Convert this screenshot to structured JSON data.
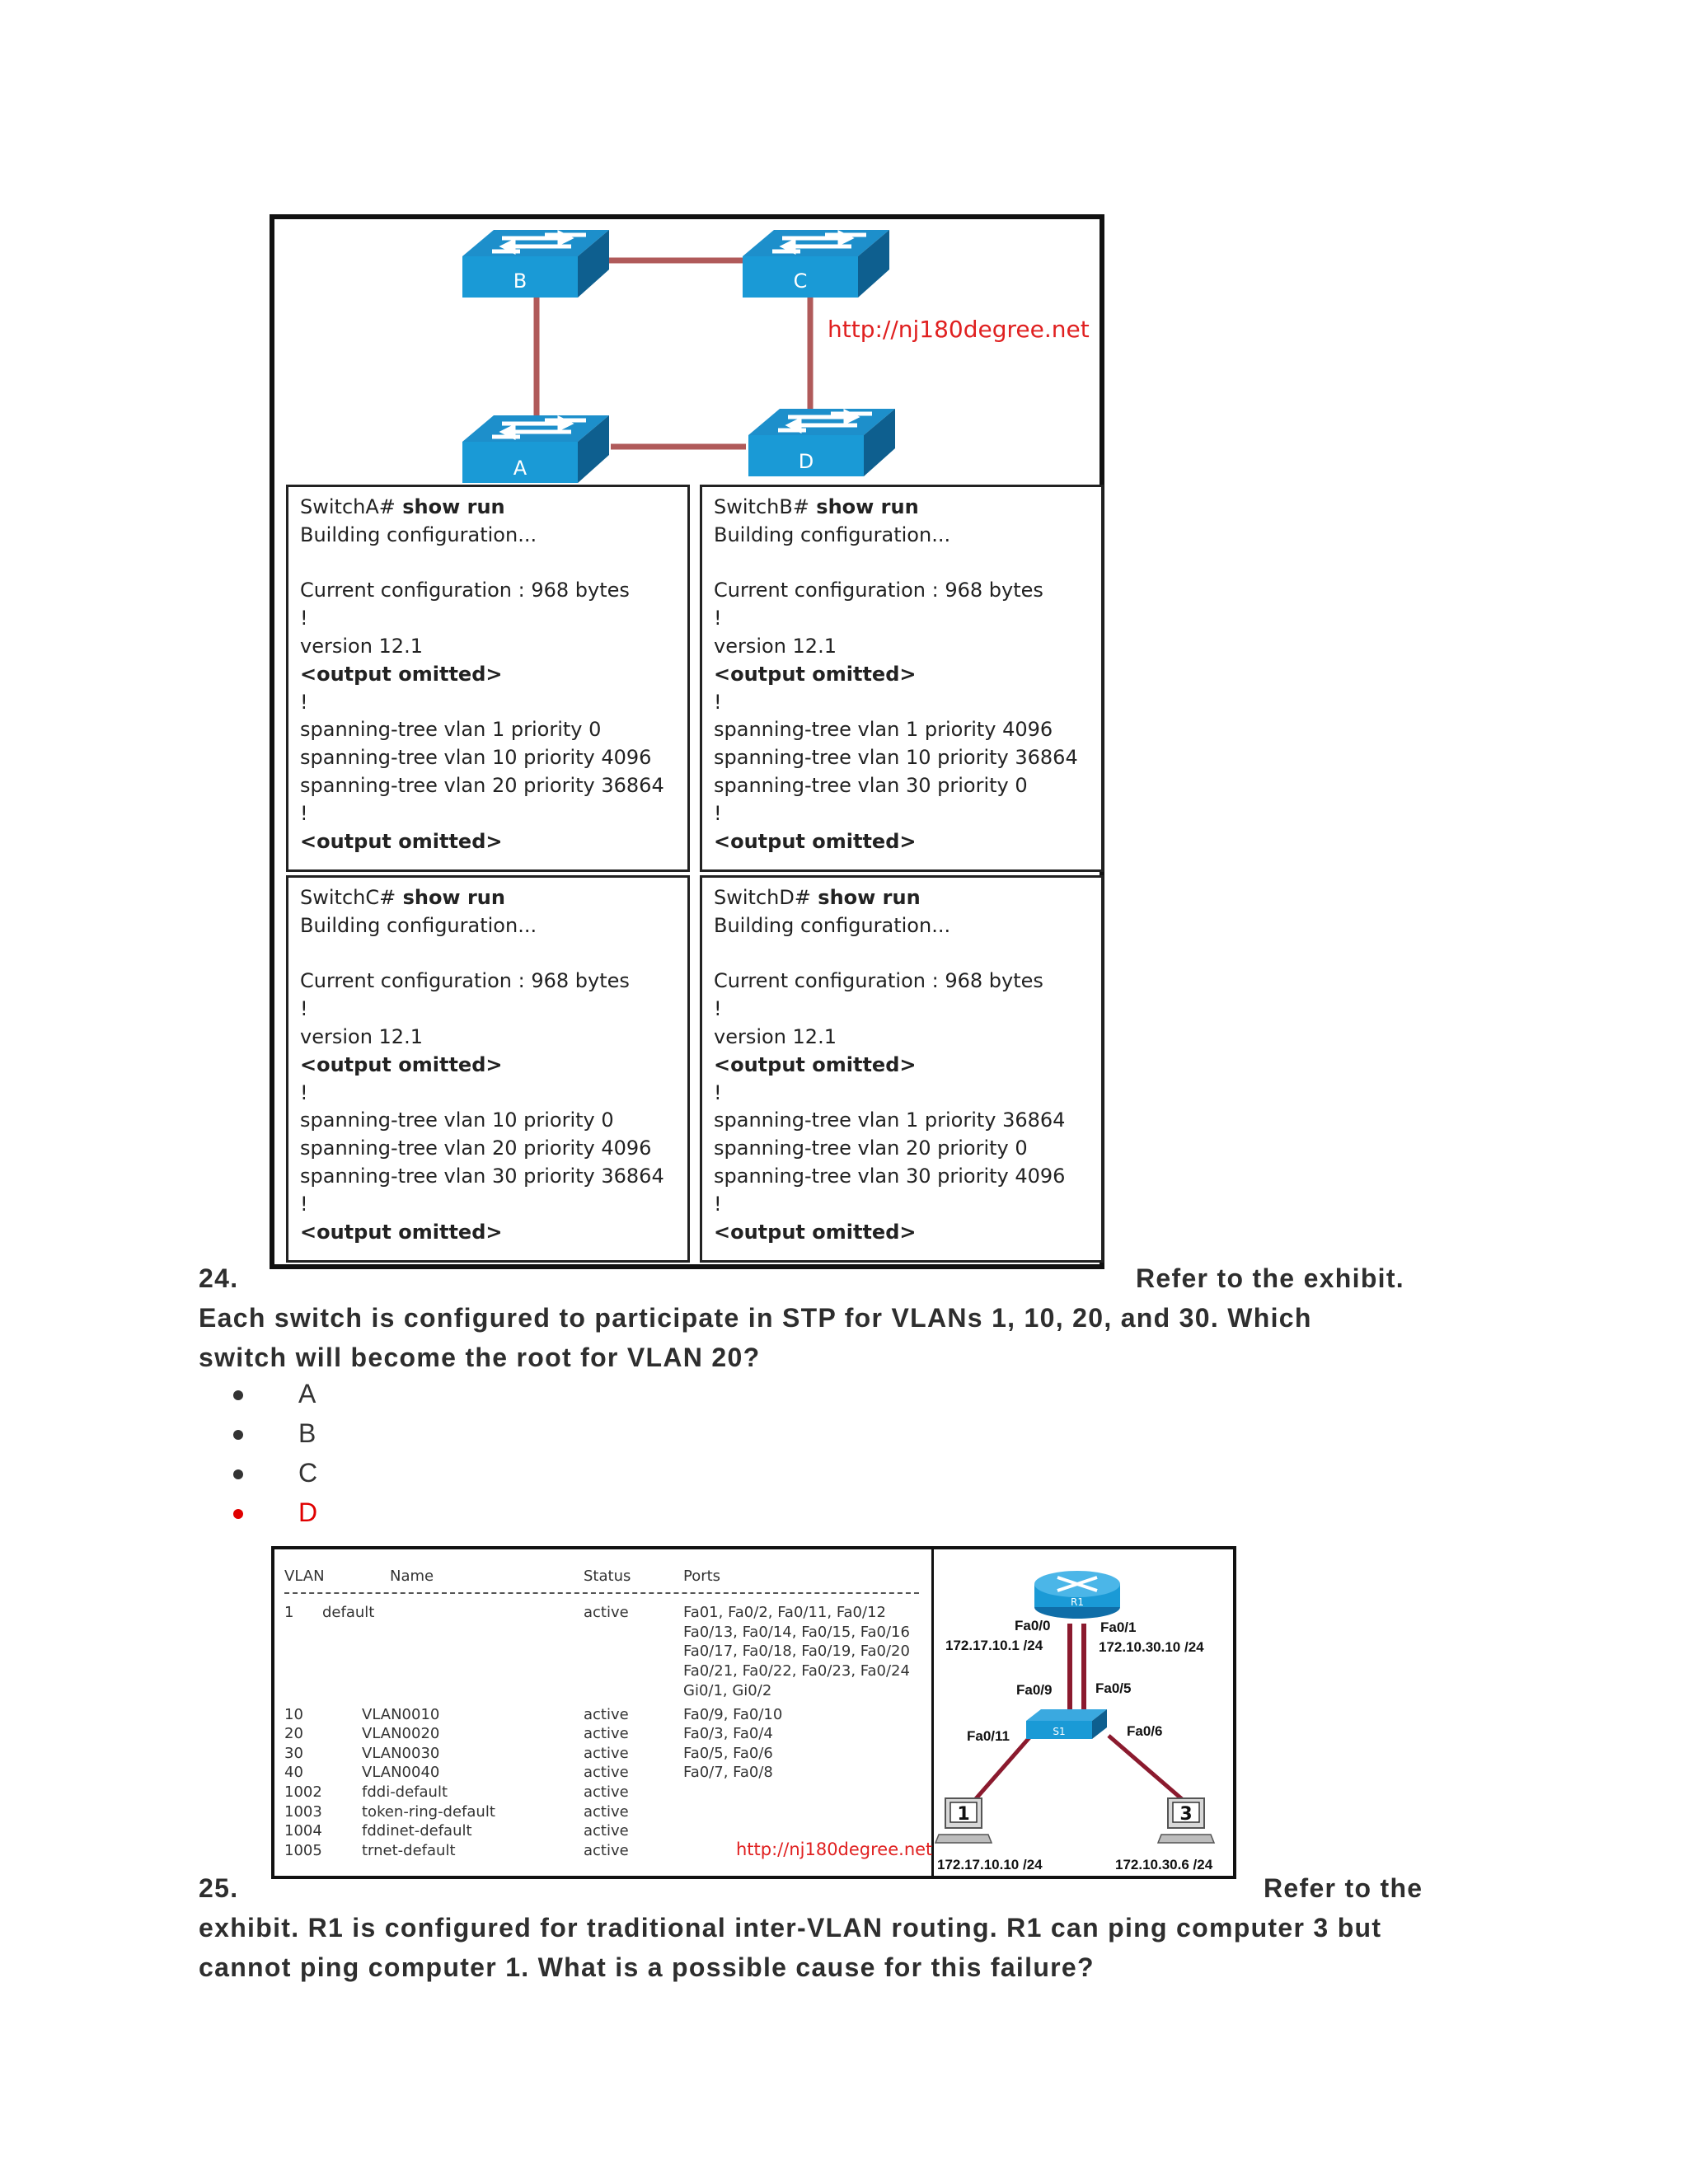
{
  "exhibit1": {
    "switches": [
      "B",
      "C",
      "A",
      "D"
    ],
    "watermark": "http://nj180degree.net",
    "configs": [
      {
        "prompt": "SwitchA#",
        "command": " show run",
        "lines": [
          "Building configuration...",
          "",
          "Current configuration : 968 bytes",
          "!",
          "version 12.1"
        ],
        "omitted1": "<output omitted>",
        "bang1": "!",
        "stp": [
          "spanning-tree vlan 1 priority 0",
          "spanning-tree vlan 10 priority 4096",
          "spanning-tree vlan 20 priority 36864"
        ],
        "bang2": "!",
        "omitted2": "<output omitted>"
      },
      {
        "prompt": "SwitchB#",
        "command": " show run",
        "lines": [
          "Building configuration...",
          "",
          "Current configuration : 968 bytes",
          "!",
          "version 12.1"
        ],
        "omitted1": "<output omitted>",
        "bang1": "!",
        "stp": [
          "spanning-tree vlan 1 priority 4096",
          "spanning-tree vlan 10 priority 36864",
          "spanning-tree vlan 30 priority 0"
        ],
        "bang2": "!",
        "omitted2": "<output omitted>"
      },
      {
        "prompt": "SwitchC#",
        "command": " show run",
        "lines": [
          "Building configuration...",
          "",
          "Current configuration : 968 bytes",
          "!",
          "version 12.1"
        ],
        "omitted1": "<output omitted>",
        "bang1": "!",
        "stp": [
          "spanning-tree vlan 10 priority 0",
          "spanning-tree vlan 20 priority 4096",
          "spanning-tree vlan 30 priority 36864"
        ],
        "bang2": "!",
        "omitted2": "<output omitted>"
      },
      {
        "prompt": "SwitchD#",
        "command": " show run",
        "lines": [
          "Building configuration...",
          "",
          "Current configuration : 968 bytes",
          "!",
          "version 12.1"
        ],
        "omitted1": "<output omitted>",
        "bang1": "!",
        "stp": [
          "spanning-tree vlan 1 priority 36864",
          "spanning-tree vlan 20 priority 0",
          "spanning-tree vlan 30 priority 4096"
        ],
        "bang2": "!",
        "omitted2": "<output omitted>"
      }
    ]
  },
  "q24": {
    "number": "24.",
    "line1": "Refer to the exhibit.",
    "line2": "Each switch is configured to participate in STP for VLANs 1, 10, 20, and 30. Which",
    "line3": "switch will become the root for VLAN 20?",
    "options": [
      "A",
      "B",
      "C",
      "D"
    ],
    "correct_color": "#e00000"
  },
  "exhibit2": {
    "headers": [
      "VLAN",
      "Name",
      "Status",
      "Ports"
    ],
    "rows": [
      {
        "vlan": "1",
        "name": "default",
        "status": "active",
        "ports": [
          "Fa01, Fa0/2, Fa0/11, Fa0/12",
          "Fa0/13, Fa0/14, Fa0/15, Fa0/16",
          "Fa0/17, Fa0/18, Fa0/19, Fa0/20",
          "Fa0/21, Fa0/22, Fa0/23, Fa0/24",
          "Gi0/1, Gi0/2"
        ]
      },
      {
        "vlan": "10",
        "name": "VLAN0010",
        "status": "active",
        "ports": [
          "Fa0/9, Fa0/10"
        ]
      },
      {
        "vlan": "20",
        "name": "VLAN0020",
        "status": "active",
        "ports": [
          "Fa0/3, Fa0/4"
        ]
      },
      {
        "vlan": "30",
        "name": "VLAN0030",
        "status": "active",
        "ports": [
          "Fa0/5, Fa0/6"
        ]
      },
      {
        "vlan": "40",
        "name": "VLAN0040",
        "status": "active",
        "ports": [
          "Fa0/7, Fa0/8"
        ]
      },
      {
        "vlan": "1002",
        "name": "fddi-default",
        "status": "active",
        "ports": []
      },
      {
        "vlan": "1003",
        "name": "token-ring-default",
        "status": "active",
        "ports": []
      },
      {
        "vlan": "1004",
        "name": "fddinet-default",
        "status": "active",
        "ports": []
      },
      {
        "vlan": "1005",
        "name": "trnet-default",
        "status": "active",
        "ports": []
      }
    ],
    "watermark": "http://nj180degree.net",
    "topology": {
      "router": "R1",
      "switch": "S1",
      "r1_fa00": "Fa0/0",
      "r1_fa00_ip": "172.17.10.1 /24",
      "r1_fa01": "Fa0/1",
      "r1_fa01_ip": "172.10.30.10 /24",
      "s1_fa09": "Fa0/9",
      "s1_fa05": "Fa0/5",
      "s1_fa011": "Fa0/11",
      "s1_fa06": "Fa0/6",
      "pc1": "1",
      "pc3": "3",
      "pc1_ip": "172.17.10.10 /24",
      "pc3_ip": "172.10.30.6 /24"
    }
  },
  "q25": {
    "number": "25.",
    "line1": "Refer to the",
    "line2": "exhibit. R1 is configured for traditional inter-VLAN routing. R1 can ping computer 3 but",
    "line3": "cannot ping computer 1. What is a possible cause for this failure?"
  },
  "colors": {
    "switch_blue": "#1a9ad6",
    "link_red": "#b05a5a",
    "watermark_red": "#e02020"
  }
}
